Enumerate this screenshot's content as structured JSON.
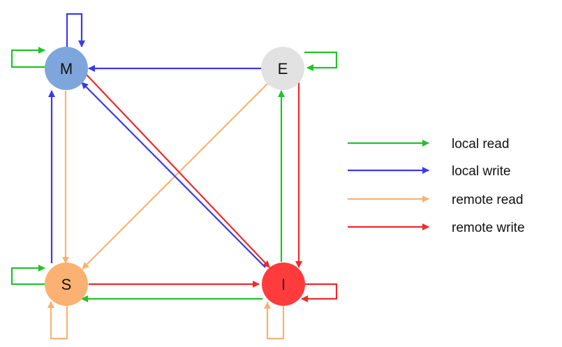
{
  "states": {
    "M": {
      "label": "M",
      "color": "#7ea6dc"
    },
    "E": {
      "label": "E",
      "color": "#e2e2e2"
    },
    "S": {
      "label": "S",
      "color": "#fbb171"
    },
    "I": {
      "label": "I",
      "color": "#ff3b3b"
    }
  },
  "colors": {
    "local_read": "#22c22a",
    "local_write": "#3a3ae8",
    "remote_read": "#fbb171",
    "remote_write": "#ef2a2a"
  },
  "legend": [
    {
      "key": "local_read",
      "label": "local read"
    },
    {
      "key": "local_write",
      "label": "local write"
    },
    {
      "key": "remote_read",
      "label": "remote read"
    },
    {
      "key": "remote_write",
      "label": "remote write"
    }
  ],
  "transitions": [
    {
      "from": "M",
      "to": "M",
      "type": "local_read"
    },
    {
      "from": "M",
      "to": "M",
      "type": "local_write"
    },
    {
      "from": "E",
      "to": "E",
      "type": "local_read"
    },
    {
      "from": "E",
      "to": "M",
      "type": "local_write"
    },
    {
      "from": "E",
      "to": "S",
      "type": "remote_read"
    },
    {
      "from": "E",
      "to": "I",
      "type": "remote_write"
    },
    {
      "from": "M",
      "to": "S",
      "type": "remote_read"
    },
    {
      "from": "M",
      "to": "I",
      "type": "remote_write"
    },
    {
      "from": "S",
      "to": "M",
      "type": "local_write"
    },
    {
      "from": "S",
      "to": "S",
      "type": "local_read"
    },
    {
      "from": "S",
      "to": "S",
      "type": "remote_read"
    },
    {
      "from": "S",
      "to": "I",
      "type": "remote_write"
    },
    {
      "from": "I",
      "to": "M",
      "type": "local_write"
    },
    {
      "from": "I",
      "to": "E",
      "type": "local_read"
    },
    {
      "from": "I",
      "to": "S",
      "type": "local_read"
    },
    {
      "from": "I",
      "to": "I",
      "type": "remote_read"
    },
    {
      "from": "I",
      "to": "I",
      "type": "remote_write"
    }
  ]
}
